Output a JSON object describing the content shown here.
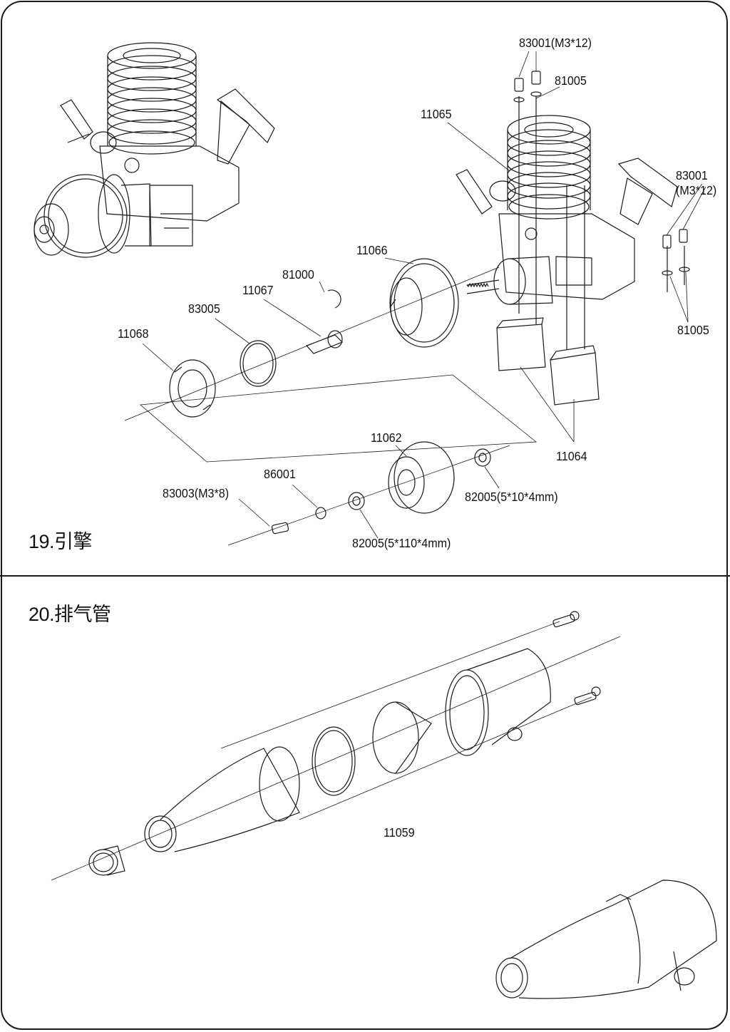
{
  "sections": [
    {
      "title": "19.引擎"
    },
    {
      "title": "20.排气管"
    }
  ],
  "engine_labels": [
    "83001(M3*12)",
    "81005",
    "11065",
    "83001",
    "(M3*12)",
    "11066",
    "81000",
    "11067",
    "83005",
    "11068",
    "81005",
    "11064",
    "11062",
    "86001",
    "83003(M3*8)",
    "82005(5*10*4mm)",
    "82005(5*110*4mm)"
  ],
  "exhaust_labels": [
    "11059"
  ]
}
